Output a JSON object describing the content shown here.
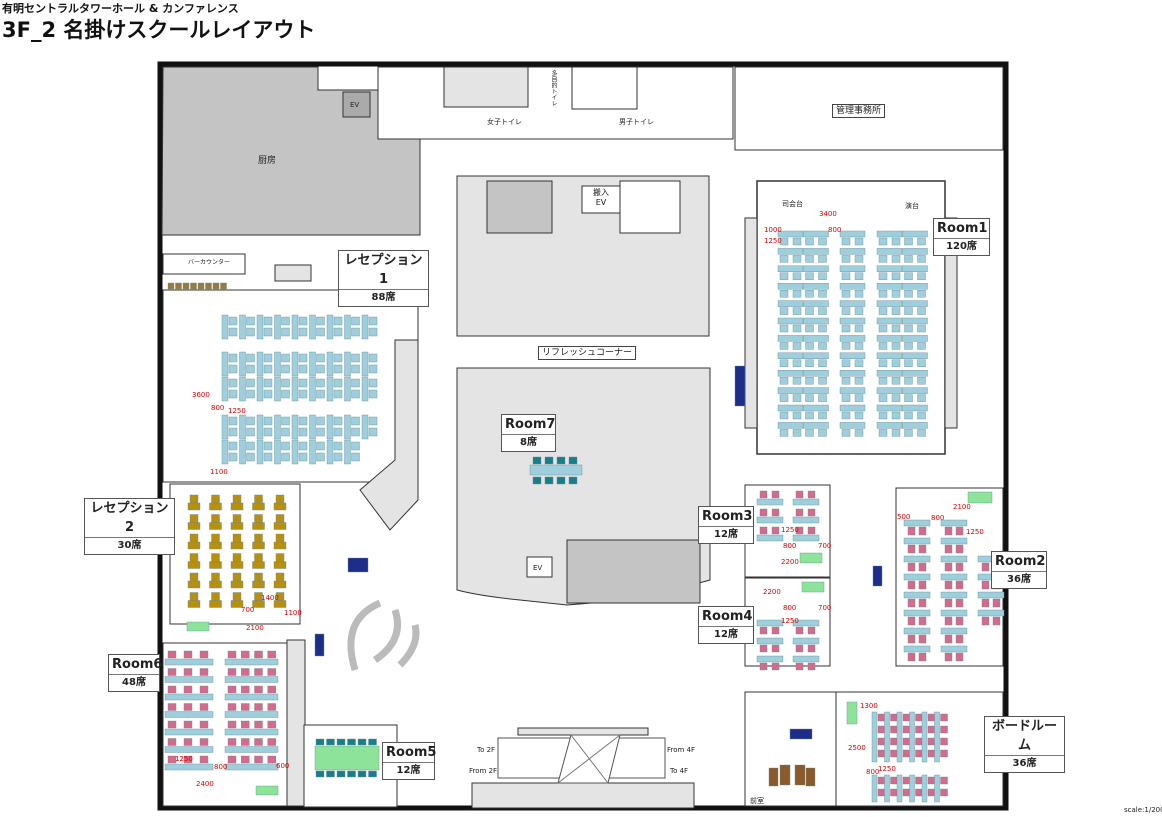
{
  "header": {
    "venue": "有明セントラルタワーホール & カンファレンス",
    "title": "3F_2 名掛けスクールレイアウト"
  },
  "rooms": {
    "room1": {
      "name": "Room1",
      "seats": "120席"
    },
    "reception1": {
      "name": "レセプション1",
      "seats": "88席"
    },
    "reception2": {
      "name": "レセプション2",
      "seats": "30席"
    },
    "room2": {
      "name": "Room2",
      "seats": "36席"
    },
    "room3": {
      "name": "Room3",
      "seats": "12席"
    },
    "room4": {
      "name": "Room4",
      "seats": "12席"
    },
    "room5": {
      "name": "Room5",
      "seats": "12席"
    },
    "room6": {
      "name": "Room6",
      "seats": "48席"
    },
    "room7": {
      "name": "Room7",
      "seats": "8席"
    },
    "boardroom": {
      "name": "ボードルーム",
      "seats": "36席"
    }
  },
  "areas": {
    "kitchen": "厨房",
    "management_office": "管理事務所",
    "womens_toilet": "女子トイレ",
    "mens_toilet": "男子トイレ",
    "multipurpose_toilet": "多目的トイレ",
    "bar_counter": "バーカウンター",
    "freight_ev": "搬入\nEV",
    "ev": "EV",
    "refresh_corner": "リフレッシュコーナー",
    "anteroom": "前室",
    "podium": "演台",
    "presenter_table": "司会台"
  },
  "stairs": {
    "to_2f": "To 2F",
    "from_2f": "From 2F",
    "from_4f": "From 4F",
    "to_4f": "To 4F"
  },
  "dimensions": {
    "room1": [
      "3400",
      "1000",
      "800",
      "1250"
    ],
    "reception1": [
      "3600",
      "800",
      "1250",
      "1100"
    ],
    "reception2": [
      "1400",
      "700",
      "1100",
      "2100"
    ],
    "room3": [
      "1250",
      "800",
      "700",
      "2200"
    ],
    "room4": [
      "2200",
      "800",
      "700",
      "1250"
    ],
    "room2": [
      "500",
      "800",
      "2100",
      "1250"
    ],
    "room6": [
      "1250",
      "800",
      "600",
      "2400"
    ],
    "boardroom": [
      "1300",
      "2500",
      "800",
      "1250"
    ]
  },
  "scale": "scale:1/200",
  "colors": {
    "table": "#9fcfdc",
    "chair": "#d46a8c",
    "gold": "#b8900f",
    "green": "#8de39a",
    "teal": "#187f8a",
    "navy": "#1e2d8a",
    "wall": "#d9d9d9",
    "core": "#e4e4e4",
    "dark": "#c4c4c4"
  }
}
